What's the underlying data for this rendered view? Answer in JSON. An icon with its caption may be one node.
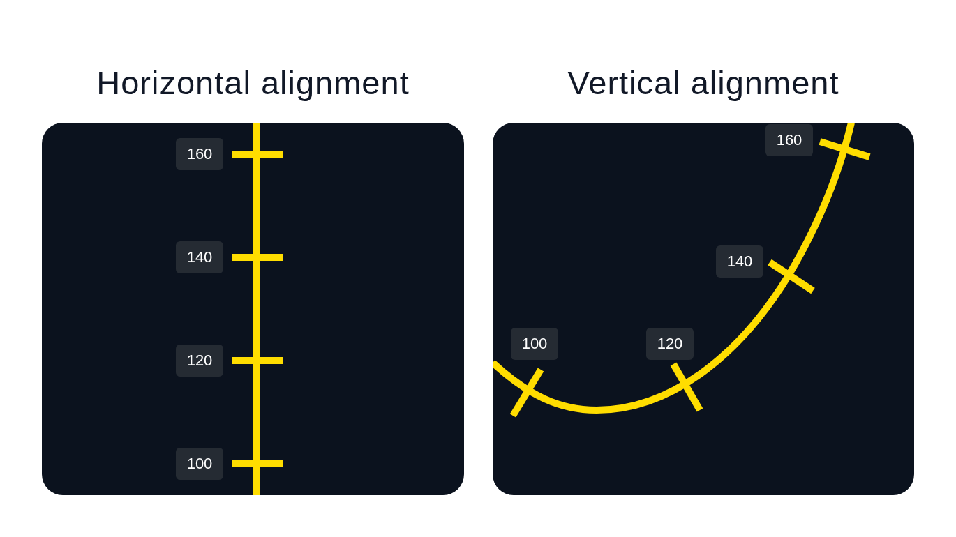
{
  "diagram": {
    "nodes": [
      {
        "text": [
          "Horizontal alignment"
        ]
      },
      {
        "text": [
          "160"
        ],
        "in": 0
      },
      {
        "text": [
          "140"
        ],
        "in": 0
      },
      {
        "text": [
          "120"
        ],
        "in": 0
      },
      {
        "text": [
          "100"
        ],
        "in": 0
      },
      {
        "text": [
          "Vertical alignment"
        ]
      },
      {
        "text": [
          "160"
        ],
        "in": 5
      },
      {
        "text": [
          "140"
        ],
        "in": 5
      },
      {
        "text": [
          "100"
        ],
        "in": 5
      },
      {
        "text": [
          "120"
        ],
        "in": 5
      }
    ],
    "edges": []
  }
}
